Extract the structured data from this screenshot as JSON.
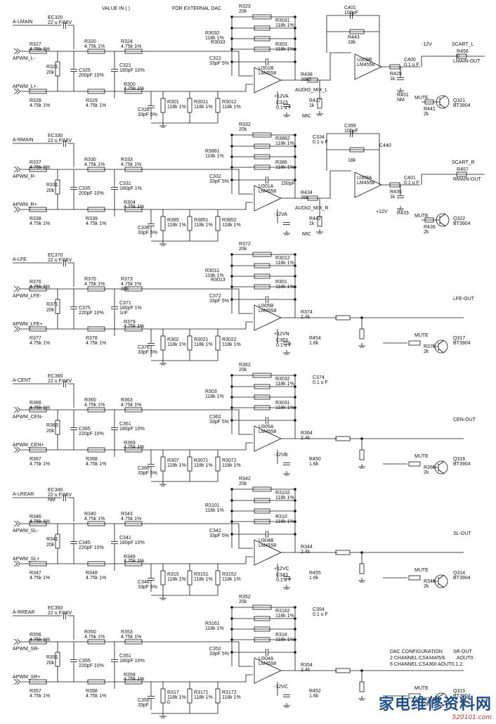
{
  "header": {
    "value": "VALUE IN ( )",
    "ext_dac": "FOR EXTERNAL DAC"
  },
  "sections": [
    {
      "key": "main_l",
      "nets": {
        "in": "A-LMAIN",
        "pin_neg": "APWM_L-",
        "pin_pos": "APWM_L+",
        "audio_mix": "AUDIO_MIX_L",
        "mic": "MIC",
        "out": "LMAIN-OUT",
        "scart": "SCART_L",
        "mute": "MUTE",
        "supply": "+12VA",
        "neg_supply": "-12V"
      },
      "parts": {
        "ec": "EC320",
        "cap_in": "22 u F/16V",
        "r1": "R327",
        "r1v": "4.75k 1%",
        "r2": "R320",
        "r2v": "4.75k 1%",
        "r3": "R324",
        "r3v": "4.75k 1%",
        "r4": "R321",
        "r4v": "20k",
        "c1": "C325",
        "c1v": "200pF 10%",
        "c2": "C321",
        "c2v": "180pF 10%",
        "r5": "R328",
        "r5v": "4.75k 1%",
        "r6": "R329",
        "r6v": "4.75k 1%",
        "r7": "R300",
        "r7v": "4.75k 1%",
        "c3": "C326",
        "c3v": "33pF 5%",
        "rg1": "R301",
        "rg2": "R3011",
        "rg3": "R3012",
        "rgv": "118k 1%",
        "rf": "R323",
        "rfv": "20k",
        "rf1": "R3031",
        "rf2": "R3032",
        "rf3": "R303",
        "rfx": "R3033",
        "rf_v": "118k 1%",
        "cf": "C322",
        "cfv": "33pF 5%",
        "op": "U301B",
        "opt": "LM4558",
        "cb": "C323",
        "cbv": "0.1 u F",
        "r8": "R438",
        "r8v": "39k0",
        "r9": "R427",
        "r9v": "1k",
        "cfb": "C401",
        "cfbv": "100pF",
        "rfb": "R443",
        "rfbv": "18k",
        "op2": "U309B",
        "op2t": "LM4558",
        "c4": "C400",
        "c4v": "0.1 u F",
        "r10": "R429",
        "r10v": "1k",
        "r11": "R451",
        "r11v": "NM",
        "r12": "R441",
        "r12v": "2k",
        "r13": "R456",
        "r13v": "0",
        "q": "Q321",
        "qt": "BT3904"
      }
    },
    {
      "key": "main_r",
      "nets": {
        "in": "A-RMAIN",
        "pin_neg": "APWM_R-",
        "pin_pos": "APWM_R+",
        "audio_mix": "AUDIO_MIX_R",
        "mic": "MIC",
        "out": "RMAIN-OUT",
        "scart": "SCART_R",
        "mute": "MUTE",
        "supply": "-12VA",
        "pos_supply": "+12V"
      },
      "parts": {
        "ec": "EC330",
        "cap_in": "22 u F/16V",
        "r1": "R337",
        "r1v": "4.75k 1%",
        "r2": "R330",
        "r2v": "4.75k 1%",
        "r3": "R333",
        "r3v": "4.75k 1%",
        "r4": "R331",
        "r4v": "20k",
        "c1": "C335",
        "c1v": "200pF 10%",
        "c2": "C331",
        "c2v": "180pF 1%",
        "r5": "R338",
        "r5v": "4.75k 1%",
        "r6": "R339",
        "r6v": "4.75k 1%",
        "r7": "R304",
        "r7v": "4.75k 1%",
        "c3": "C336",
        "c3v": "33pF 5%",
        "rg1": "R385",
        "rg2": "R3851",
        "rg3": "R3852",
        "rgv": "118k 1%",
        "rf": "R332",
        "rfv": "20k",
        "rf1": "R3862",
        "rf2": "R3861",
        "rf3": "R386",
        "rf_v": "118k 1%",
        "cf": "C332",
        "cfv": "33pF 5%",
        "cfx": "150pF",
        "op": "U301A",
        "opt": "LM4558",
        "c5": "C334",
        "c5v": "0.1 u F",
        "r8": "R434",
        "r8v": "39k",
        "r9": "R442",
        "r9v": "1k",
        "cfb": "C399",
        "cfbv": "100pF",
        "c6": "C440",
        "rfbv": "18k",
        "op2": "U309A",
        "op2t": "LM4558",
        "c4": "C401",
        "c4v": "0.1 u F",
        "r10": "R435",
        "r10v": "1k",
        "r11": "R433",
        "r12": "R439",
        "r12v": "2k",
        "r13": "R457",
        "q": "Q322",
        "qt": "BT3904"
      }
    },
    {
      "key": "lfe",
      "nets": {
        "in": "A-LFE",
        "pin_neg": "APWM_LFE-",
        "pin_pos": "APWM_LFE+",
        "out": "LFE-OUT",
        "mute": "MUTE",
        "supply": "+12VN"
      },
      "parts": {
        "ec": "EC370",
        "cap_in": "22 u F/16V",
        "r1": "R376",
        "r1v": "4.75k 1%",
        "r2": "R370",
        "r2v": "4.75k 1%",
        "r3": "R373",
        "r3v": "4.75k 1%",
        "r3x": "33k",
        "r4": "R371",
        "r4v": "20k",
        "c1": "C375",
        "c1v": "220pF 10%",
        "c2": "C371",
        "c2v": "180pF 1%",
        "c2x": "1nF",
        "r5": "R377",
        "r5v": "4.75k 1%",
        "r6": "R378",
        "r6v": "4.75k 1%",
        "r7": "R379",
        "r7v": "4.75k 1%",
        "c3": "C376",
        "c3v": "33pF 5%",
        "rg1": "R302",
        "rg2": "R3021",
        "rg3": "R3022",
        "rgv": "118k 1%",
        "rf": "R372",
        "rfv": "20k",
        "rf1": "R3012",
        "rf2": "R3011",
        "rf3": "R301",
        "rf4": "R3013",
        "rf_v": "118k 1%",
        "cf": "C372",
        "cfv": "33pF 5%",
        "op": "U305B",
        "opt": "LM4558",
        "cb": "C363",
        "cbv": "0.1 u F",
        "r8": "R374",
        "r8v": "2.4k",
        "r9": "R454",
        "r9v": "1.6k",
        "r12": "R375",
        "r12v": "2k",
        "q": "Q317",
        "qt": "BT3904"
      }
    },
    {
      "key": "cen",
      "nets": {
        "in": "A-CENT",
        "pin_neg": "APWM_CEN-",
        "pin_pos": "APWM_CEN+",
        "out": "CEN-OUT",
        "mute": "MUTE",
        "supply": "-12VB"
      },
      "parts": {
        "ec": "EC360",
        "cap_in": "22 u F/16V",
        "r1": "R366",
        "r1v": "4.75k 1%",
        "r2": "R360",
        "r2v": "4.75k 1%",
        "r3": "R363",
        "r3v": "4.75k 1%",
        "r4": "R363",
        "r4v": "20k",
        "c1": "C365",
        "c1v": "220pF 10%",
        "c2": "C361",
        "c2v": "180pF 10%",
        "r5": "R367",
        "r5v": "4.75k 1%",
        "r6": "R368",
        "r6v": "4.75k 1%",
        "r7": "R369",
        "r7v": "4.75k 1%",
        "c3": "C366",
        "c3v": "33pF 5%",
        "rg1": "R307",
        "rg2": "R3071",
        "rg3": "R3072",
        "rgv": "118k 1%",
        "rf": "R362",
        "rfv": "20k",
        "rf1": "R3032",
        "rf2": "R303",
        "rf3": "R3031",
        "rf_v": "118k 1%",
        "cf": "C362",
        "cfv": "33pF 5%",
        "op": "U305A",
        "opt": "LM4558",
        "c5": "C374",
        "c5v": "0.1 u F",
        "r8": "R364",
        "r8v": "2.4k",
        "r9": "R450",
        "r9v": "1.6k",
        "r12": "R365",
        "r12v": "2k",
        "q": "Q316",
        "qt": "BT3904"
      }
    },
    {
      "key": "sl",
      "nets": {
        "in": "A-LREAR",
        "pin_neg": "APWM_SL-",
        "pin_pos": "APWM_SL+",
        "out": "SL-OUT",
        "mute": "MUTE",
        "supply": "+12VC"
      },
      "parts": {
        "ec": "EC340",
        "ecx": "NM",
        "cap_in": "22 u F/16V",
        "r1": "R346",
        "r1v": "4.75k 1%",
        "r2": "R340",
        "r2v": "4.75k 1%",
        "r3": "R343",
        "r3v": "4.75k 1%",
        "r4": "R341",
        "r4v": "20k",
        "c1": "C345",
        "c1v": "220pF 10%",
        "c2": "C341",
        "c2v": "180pF 10%",
        "r5": "R347",
        "r5v": "4.75k 1%",
        "r6": "R348",
        "r6v": "4.75k 1%",
        "r7": "R349",
        "r7v": "4.75k 1%",
        "c3": "C346",
        "c3v": "33pF 5%",
        "rg1": "R315",
        "rg2": "R3151",
        "rg3": "R3152",
        "rgv": "118k 1%",
        "rf": "R342",
        "rfv": "20k",
        "rf1": "R3102",
        "rf2": "R3101",
        "rf3": "R310",
        "rf_v": "118k 1%",
        "cf": "C342",
        "cfv": "33pF 5%",
        "op": "U304B",
        "opt": "LM4558",
        "cb": "C343",
        "cbv": "0.1 u F",
        "r8": "R344",
        "r8v": "2.4k",
        "r9": "R455",
        "r9v": "1.6k",
        "r12": "R345",
        "r12v": "2k",
        "q": "Q314",
        "qt": "BT3904"
      }
    },
    {
      "key": "sr",
      "nets": {
        "in": "A-RREAR",
        "pin_neg": "APWM_SR-",
        "pin_pos": "APWM_SR+",
        "out": "SR-OUT",
        "mute": "MUTE",
        "supply": "-12VC"
      },
      "parts": {
        "ec": "EC350",
        "cap_in": "22 u F/16V",
        "r1": "R356",
        "r1v": "4.75k 1%",
        "r2": "R350",
        "r2v": "4.75k 1%",
        "r3": "R353",
        "r3v": "4.75k 1%",
        "r4": "R351",
        "r4v": "20k",
        "c1": "C355",
        "c1v": "220pF 10%",
        "c2": "C351",
        "c2v": "180pF 10%",
        "r5": "R357",
        "r5v": "4.75k 1%",
        "r6": "R358",
        "r6v": "4.75k 1%",
        "r7": "R359",
        "r7v": "4.75k 1%",
        "c3": "C356",
        "c3v": "33pF",
        "rg1": "R317",
        "rg2": "R3171",
        "rg3": "R3172",
        "rgv": "118k 1%",
        "rg1x": "0",
        "rf": "R352",
        "rfv": "20k",
        "rf1": "R3162",
        "rf2": "R3161",
        "rf3": "R316",
        "rf_v": "118k 1%",
        "cf": "C352",
        "cfv": "33pF 5%",
        "op": "U304A",
        "opt": "LM4558",
        "c5": "C354",
        "c5v": "0.1 u F",
        "r8": "R354",
        "r8v": "2.4k",
        "r9": "R452",
        "r9v": "1.6k",
        "r12": "R355",
        "r12v": "2k",
        "q": "Q315",
        "qt": "BT3904"
      }
    }
  ],
  "dac_config": {
    "title": "DAC CONFIGURATION",
    "line1": "2 CHANNEL:CS4344/5/6.",
    "line1b": "AOUT0.",
    "line2": "6 CHANNEL:CS4360 AOUT0,1,2."
  },
  "watermark": {
    "brand": "家电维修资料网",
    "site": "520101.com"
  }
}
